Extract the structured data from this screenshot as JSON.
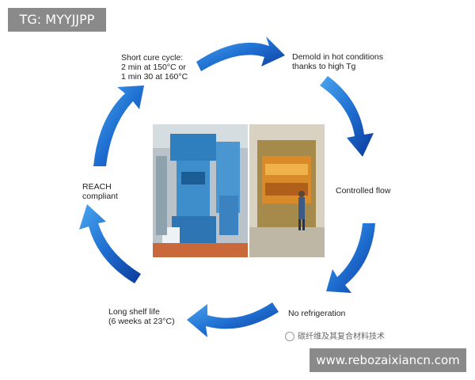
{
  "cycle_steps": [
    {
      "id": "short-cure",
      "text": "Short cure cycle:\n2 min at 150°C or\n1 min 30 at 160°C"
    },
    {
      "id": "demold",
      "text": "Demold in hot conditions\nthanks to high Tg"
    },
    {
      "id": "controlled-flow",
      "text": "Controlled flow"
    },
    {
      "id": "no-refrigeration",
      "text": "No refrigeration"
    },
    {
      "id": "shelf-life",
      "text": "Long shelf life\n(6 weeks at 23°C)"
    },
    {
      "id": "reach",
      "text": "REACH\ncompliant"
    }
  ],
  "badges": {
    "tg": "TG: MYYJJPP",
    "site": "www.rebozaixiancn.com"
  },
  "watermark": "碳纤维及其复合材料技术",
  "colors": {
    "arrow_dark": "#0d3fa6",
    "arrow_light": "#3a9ae8",
    "badge_bg": "#8a8a8a"
  }
}
